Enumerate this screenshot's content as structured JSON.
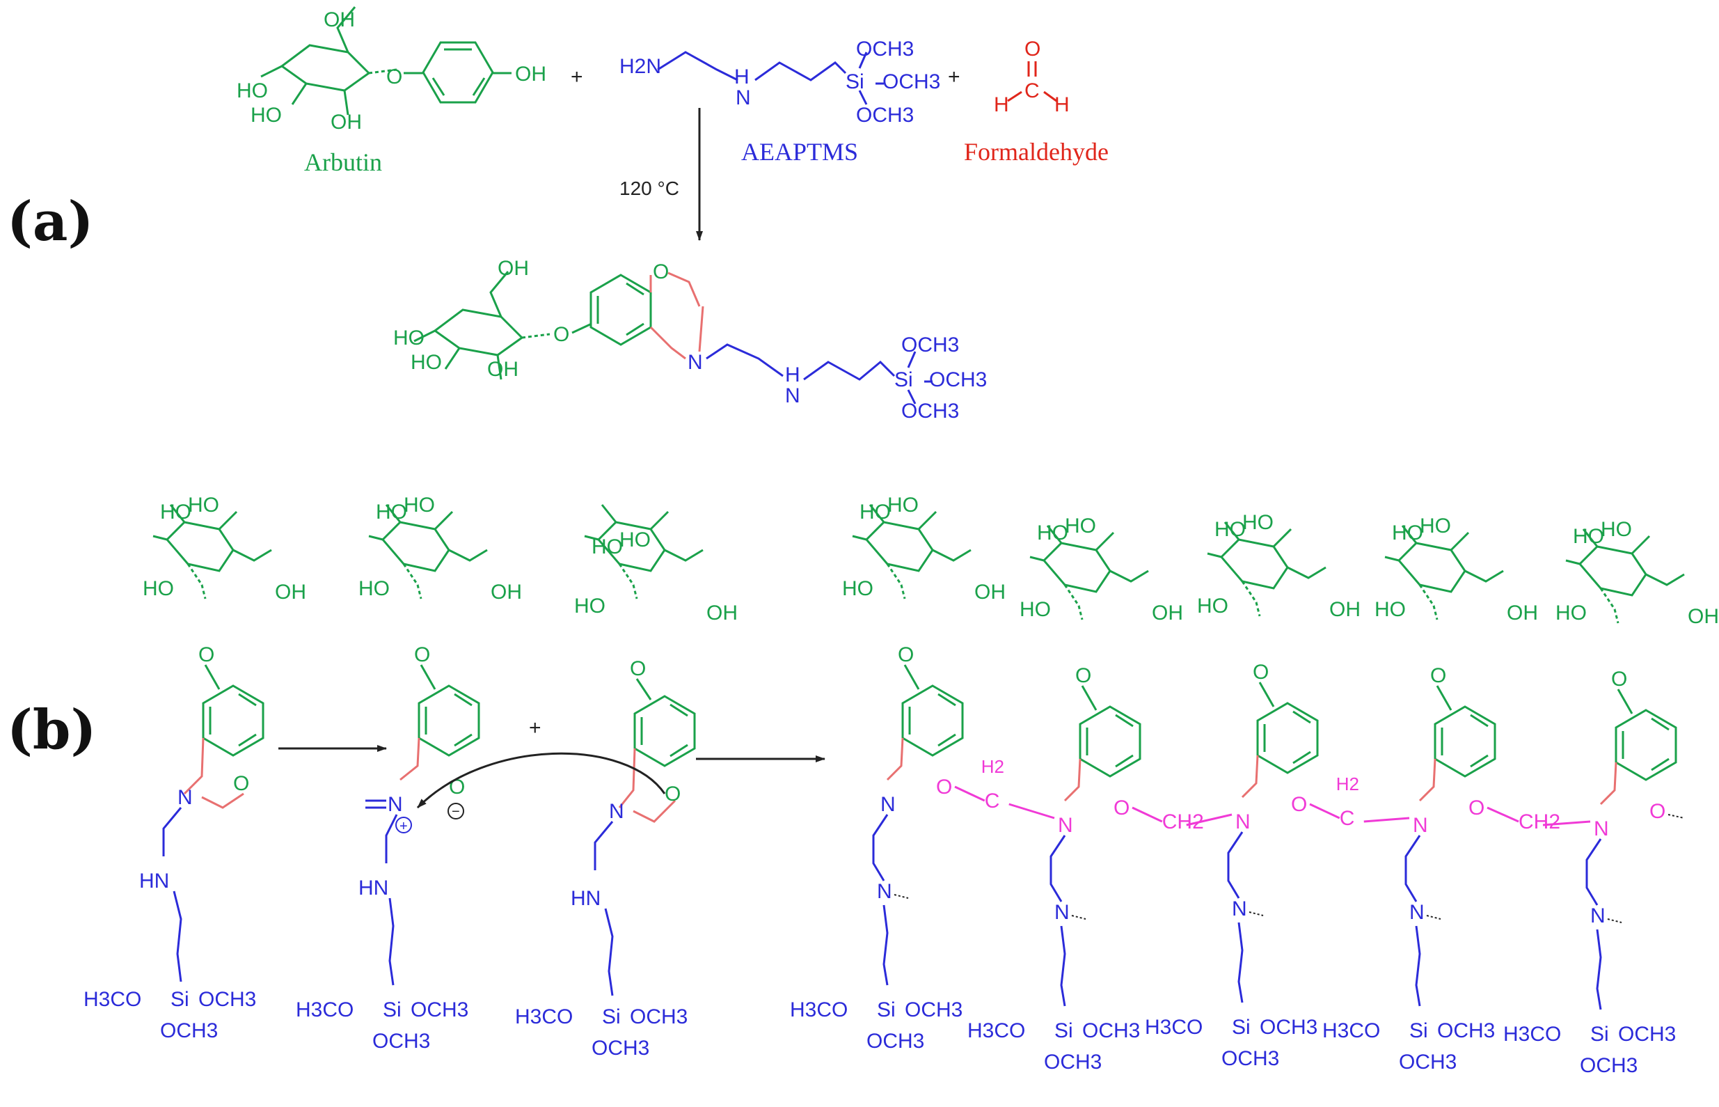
{
  "colors": {
    "green": "#1aa14a",
    "blue": "#2b2bd9",
    "red": "#e0261b",
    "salmon": "#e87070",
    "magenta": "#f03ad6",
    "black": "#222222"
  },
  "panels": {
    "a": "(a)",
    "b": "(b)"
  },
  "reagents": {
    "arbutin": "Arbutin",
    "aeaptms": "AEAPTMS",
    "formaldehyde": "Formaldehyde",
    "plus": "+",
    "condition": "120 °C"
  },
  "atoms": {
    "OH": "OH",
    "HO": "HO",
    "O": "O",
    "N": "N",
    "HN": "HN",
    "H": "H",
    "C": "C",
    "H2N": "H2N",
    "Si": "Si",
    "OCH3": "OCH3",
    "H3CO": "H3CO",
    "H2": "H2",
    "CH2": "CH2"
  },
  "charges": {
    "plus": "+",
    "minus": "−"
  }
}
